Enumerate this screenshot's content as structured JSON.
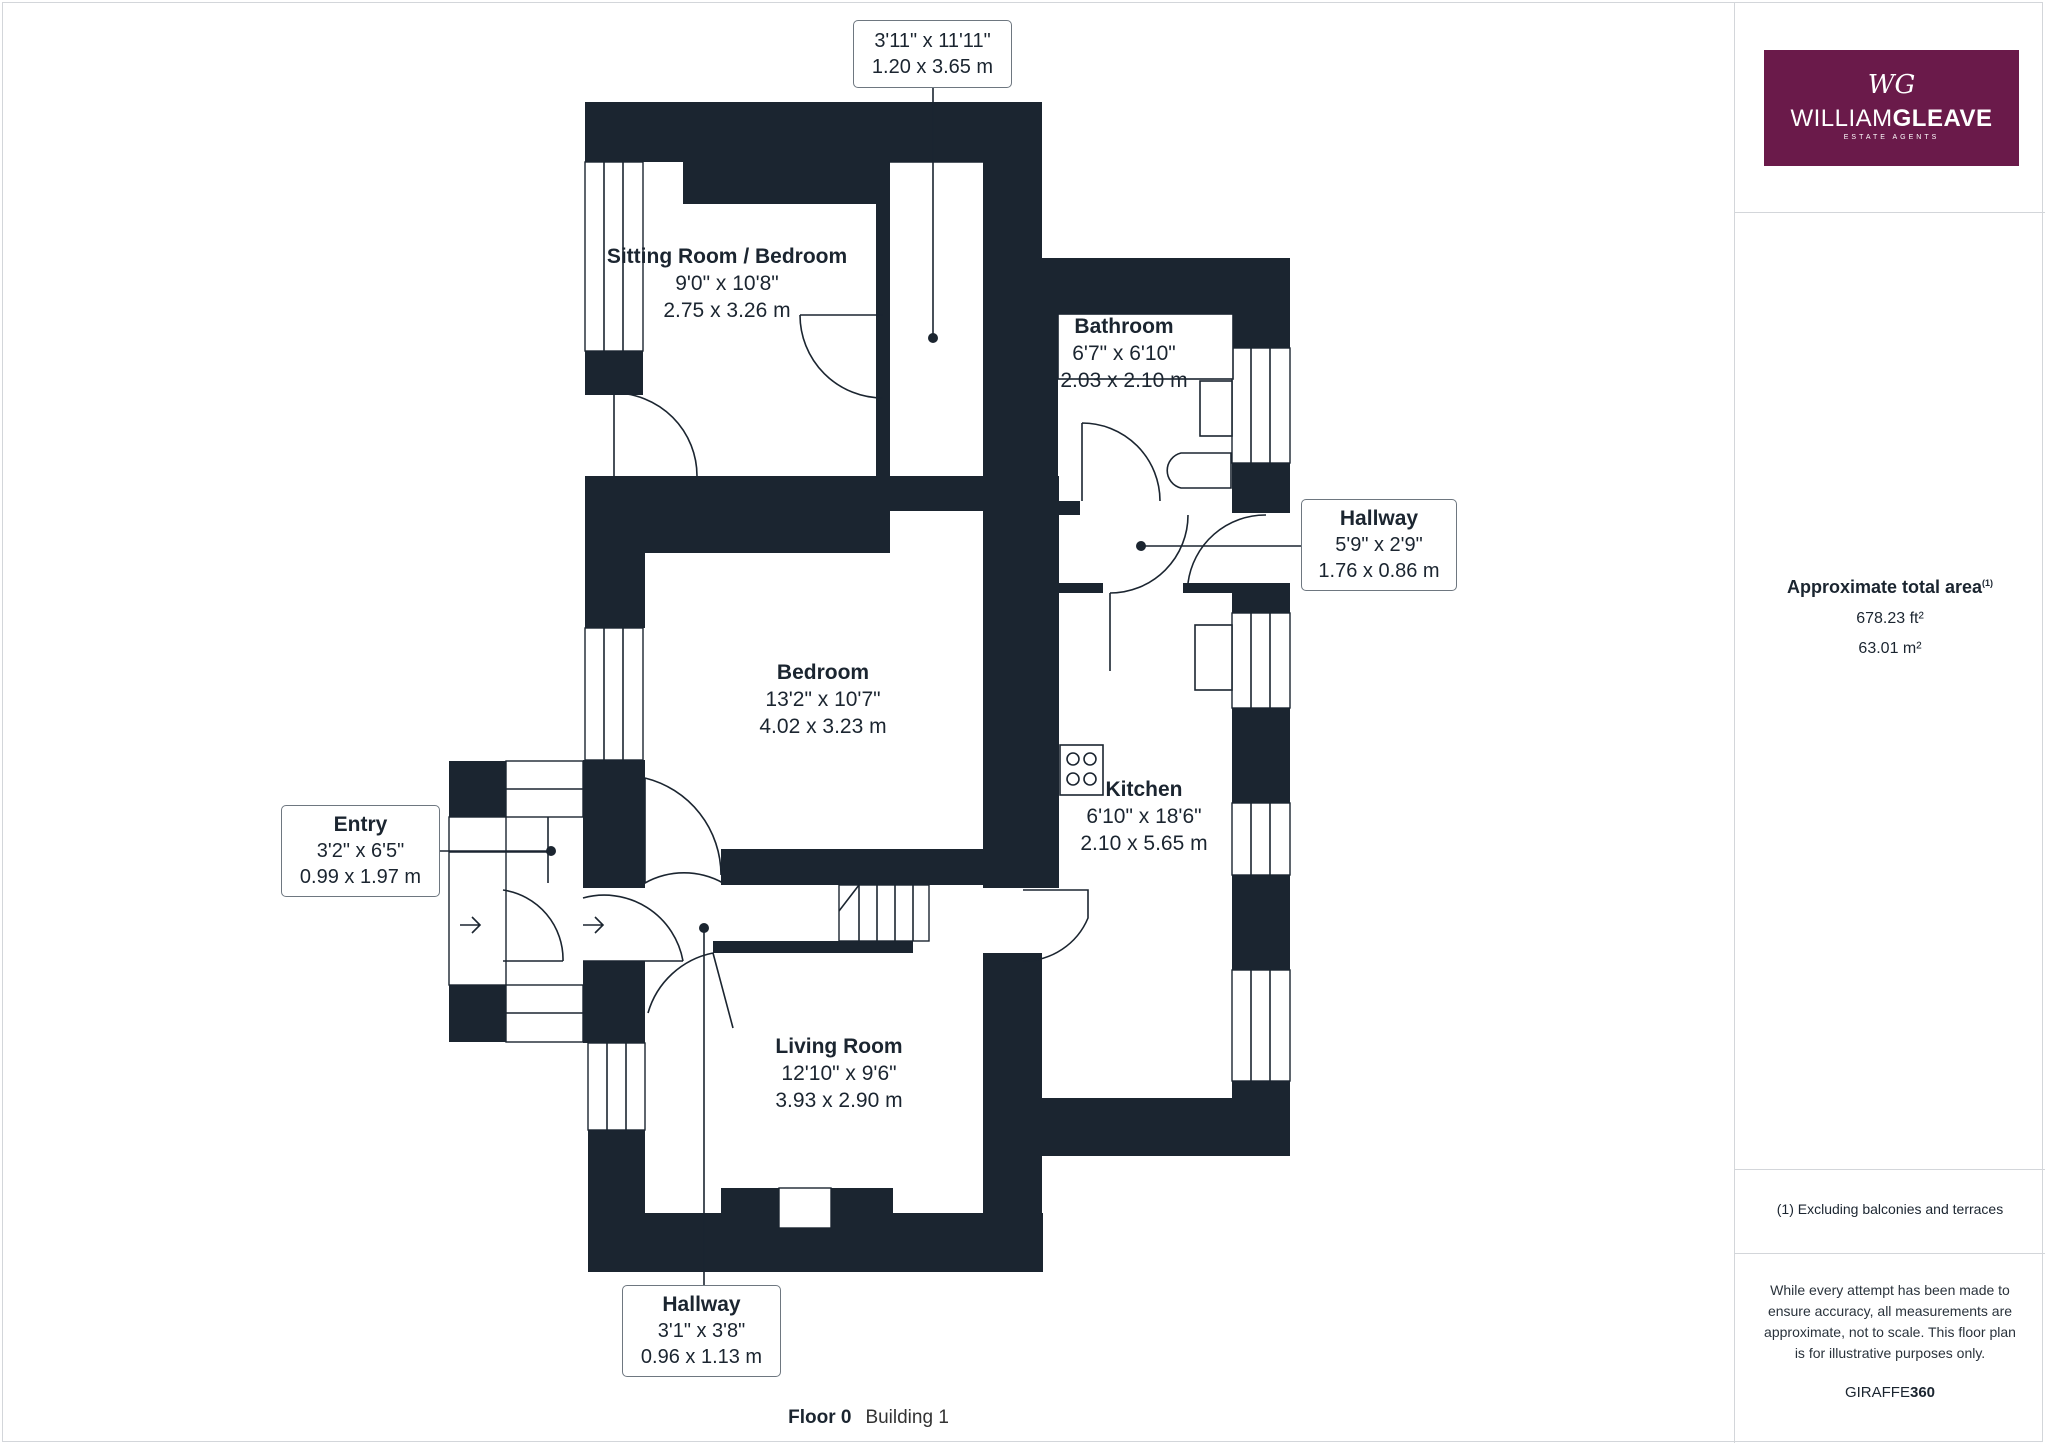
{
  "rooms": {
    "sitting": {
      "name": "Sitting Room / Bedroom",
      "imperial": "9'0\" x 10'8\"",
      "metric": "2.75 x 3.26 m"
    },
    "bathroom": {
      "name": "Bathroom",
      "imperial": "6'7\" x 6'10\"",
      "metric": "2.03 x 2.10 m"
    },
    "bedroom": {
      "name": "Bedroom",
      "imperial": "13'2\" x 10'7\"",
      "metric": "4.02 x 3.23 m"
    },
    "kitchen": {
      "name": "Kitchen",
      "imperial": "6'10\" x 18'6\"",
      "metric": "2.10 x 5.65 m"
    },
    "living": {
      "name": "Living Room",
      "imperial": "12'10\" x 9'6\"",
      "metric": "3.93 x 2.90 m"
    }
  },
  "callouts": {
    "top_corridor": {
      "imperial": "3'11\" x 11'11\"",
      "metric": "1.20 x 3.65 m"
    },
    "hallway_right": {
      "name": "Hallway",
      "imperial": "5'9\" x 2'9\"",
      "metric": "1.76 x 0.86 m"
    },
    "entry": {
      "name": "Entry",
      "imperial": "3'2\" x 6'5\"",
      "metric": "0.99 x 1.97 m"
    },
    "hallway_bottom": {
      "name": "Hallway",
      "imperial": "3'1\" x 3'8\"",
      "metric": "0.96 x 1.13 m"
    }
  },
  "caption": {
    "floor": "Floor 0",
    "building": "Building 1"
  },
  "sidebar": {
    "logo": {
      "monogram": "WG",
      "word_light": "WILLIAM",
      "word_bold": "GLEAVE",
      "subtitle": "ESTATE AGENTS",
      "background": "#6a1a4a"
    },
    "area_title": "Approximate total area",
    "area_note_mark": "(1)",
    "area_ft": "678.23 ft²",
    "area_m": "63.01 m²",
    "footnote": "(1) Excluding balconies and terraces",
    "disclaimer": "While every attempt has been made to ensure accuracy, all measurements are approximate, not to scale. This floor plan is for illustrative purposes only.",
    "brand_light": "GIRAFFE",
    "brand_bold": "360"
  },
  "colors": {
    "wall": "#1b2530",
    "border": "#d3d6da"
  }
}
